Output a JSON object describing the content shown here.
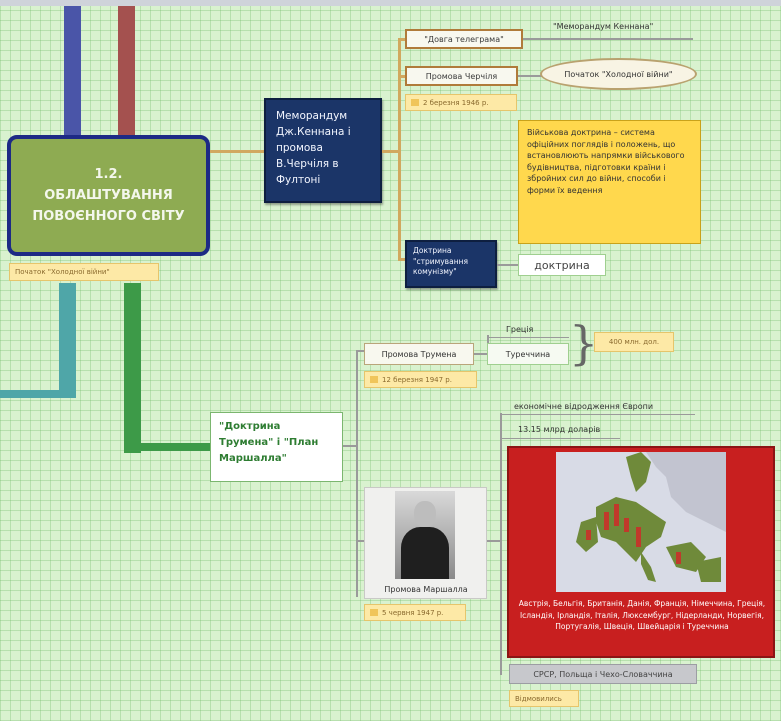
{
  "central_topic": "1.2. ОБЛАШТУВАННЯ ПОВОЄННОГО СВІТУ",
  "central_note": "Початок \"Холодної війни\"",
  "memo_node": "Меморандум Дж.Кеннана і промова В.Черчіля в Фултоні",
  "long_telegram": "\"Довга телеграма\"",
  "memo_kennan": "\"Меморандум Кеннана\"",
  "churchill_speech": "Промова Черчіля",
  "cold_war_start": "Початок \"Холодної війни\"",
  "churchill_date": "2 березня 1946 р.",
  "military_doctrine_def": "Військова доктрина – система офіційних поглядів і положень, що встановлюють напрямки військового будівництва, підготовки країни і збройних сил до війни, способи і форми їх ведення",
  "containment_node": "Доктрина \"стримування комунізму\"",
  "doctrine_word": "доктрина",
  "truman_speech": "Промова Трумена",
  "truman_date": "12 березня 1947 р.",
  "greece": "Греція",
  "turkey": "Туреччина",
  "amount_400": "400 млн. дол.",
  "truman_marshall": "\"Доктрина Трумена\" і \"План Маршалла\"",
  "economic_recovery": "економічне відродження Європи",
  "billions": "13.15 млрд доларів",
  "marshall_speech": "Промова Маршалла",
  "marshall_date": "5 червня 1947 р.",
  "countries_list": "Австрія, Бельгія, Британія, Данія, Франція, Німеччина, Греція, Ісландія, Ірландія, Італія, Люксембург, Нідерланди, Норвегія, Португалія, Швеція, Швейцарія і Туреччина",
  "refused": "СРСР, Польща і Чехо-Словаччина",
  "refused_note": "Відмовились",
  "colors": {
    "central_fill": "#8eab52",
    "central_border": "#1d2a85",
    "navy_node": "#1b3568",
    "yellow_note": "#ffd84d",
    "red_panel": "#c81f1f",
    "truman_text": "#2e7d32"
  }
}
